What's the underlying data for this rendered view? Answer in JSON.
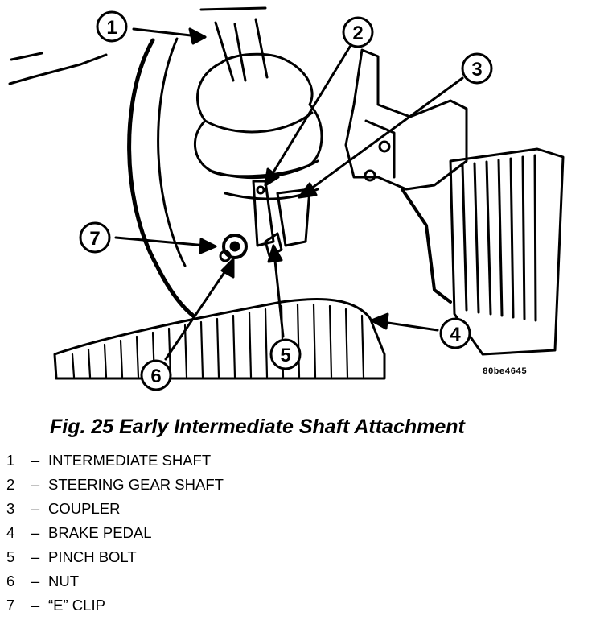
{
  "figure": {
    "code": "80be4645",
    "callouts": [
      "1",
      "2",
      "3",
      "4",
      "5",
      "6",
      "7"
    ]
  },
  "caption": "Fig. 25 Early Intermediate Shaft Attachment",
  "legend": [
    {
      "num": "1",
      "text": "INTERMEDIATE SHAFT"
    },
    {
      "num": "2",
      "text": "STEERING GEAR SHAFT"
    },
    {
      "num": "3",
      "text": "COUPLER"
    },
    {
      "num": "4",
      "text": "BRAKE PEDAL"
    },
    {
      "num": "5",
      "text": "PINCH BOLT"
    },
    {
      "num": "6",
      "text": "NUT"
    },
    {
      "num": "7",
      "text": "“E” CLIP"
    }
  ],
  "legend_separator": "–"
}
